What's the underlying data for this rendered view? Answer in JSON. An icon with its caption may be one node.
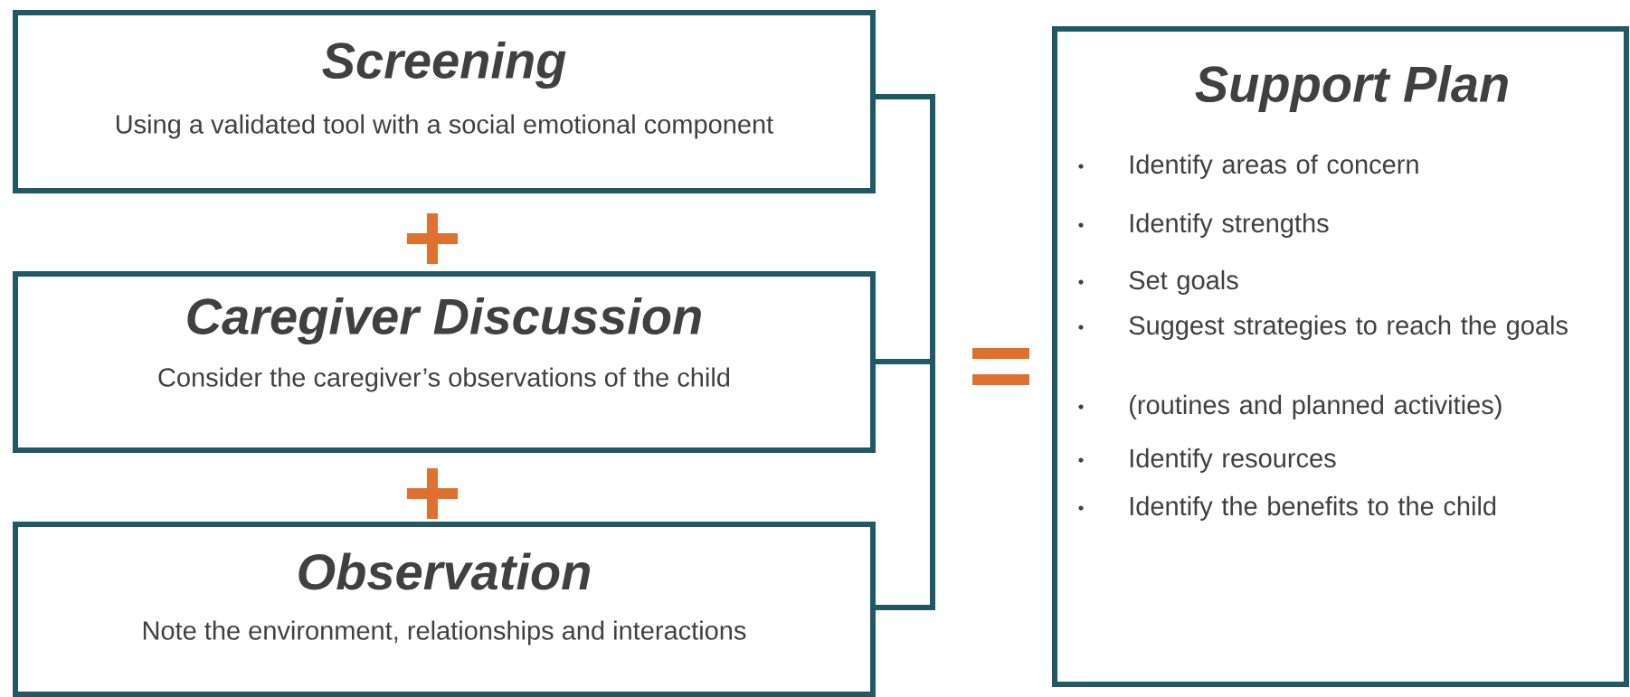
{
  "diagram": {
    "nodes": [
      {
        "text": [
          "Screening",
          "Using a validated tool with a social emotional component"
        ]
      },
      {
        "text": [
          "Caregiver Discussion",
          "Consider the caregiver’s observations of the child"
        ]
      },
      {
        "text": [
          "Observation",
          "Note the environment, relationships and interactions"
        ]
      },
      {
        "text": [
          "Support Plan",
          "Identify areas of concern",
          "Identify strengths",
          "Set goals",
          "Suggest strategies to reach the goals",
          "(routines and planned activities)",
          "Identify resources",
          "Identify the benefits to the child"
        ]
      }
    ],
    "edges": []
  }
}
